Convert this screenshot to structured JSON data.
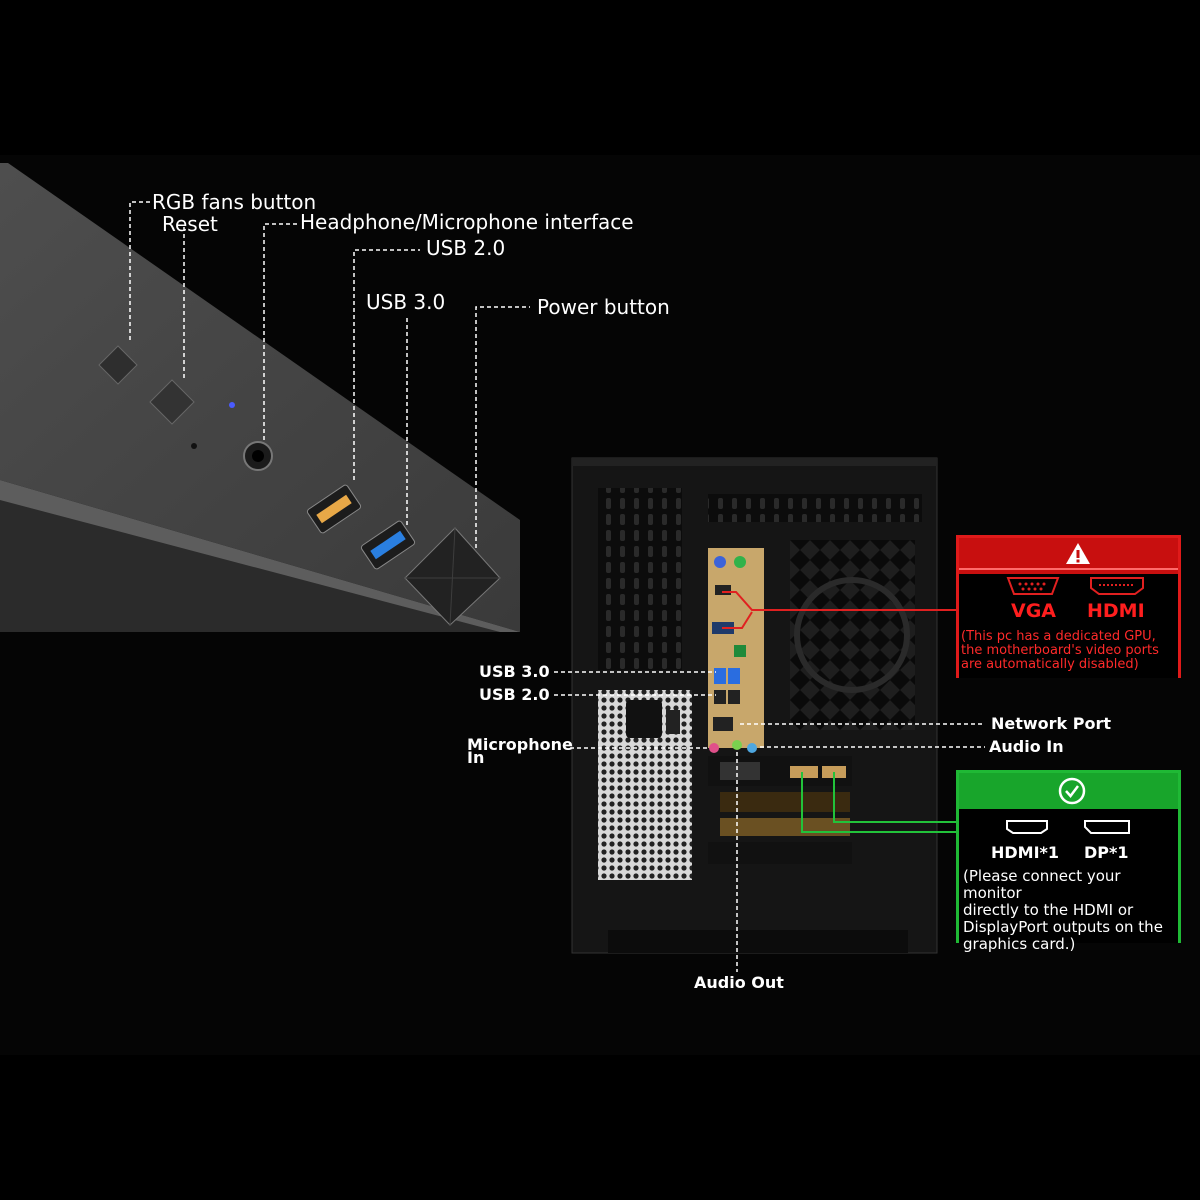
{
  "front_labels": {
    "rgb": "RGB fans button",
    "reset": "Reset",
    "headphone": "Headphone/Microphone interface",
    "usb2": "USB 2.0",
    "usb3": "USB 3.0",
    "power": "Power button"
  },
  "rear_labels": {
    "usb3": "USB 3.0",
    "usb2": "USB 2.0",
    "mic": "Microphone In",
    "network": "Network Port",
    "audio_in": "Audio In",
    "audio_out": "Audio Out"
  },
  "red_panel": {
    "vga": "VGA",
    "hdmi": "HDMI",
    "note_1": "(This pc has a dedicated GPU,",
    "note_2": "the motherboard's video ports",
    "note_3": "are automatically disabled)",
    "color": "#c80f0f"
  },
  "green_panel": {
    "hdmi": "HDMI*1",
    "dp": "DP*1",
    "note_1": "(Please connect your monitor",
    "note_2": "directly to the HDMI or",
    "note_3": "DisplayPort outputs on the",
    "note_4": "graphics card.)",
    "color": "#18a52b"
  },
  "icons": [
    "warning-icon",
    "check-circle-icon",
    "vga-port-icon",
    "hdmi-port-icon",
    "displayport-icon"
  ]
}
